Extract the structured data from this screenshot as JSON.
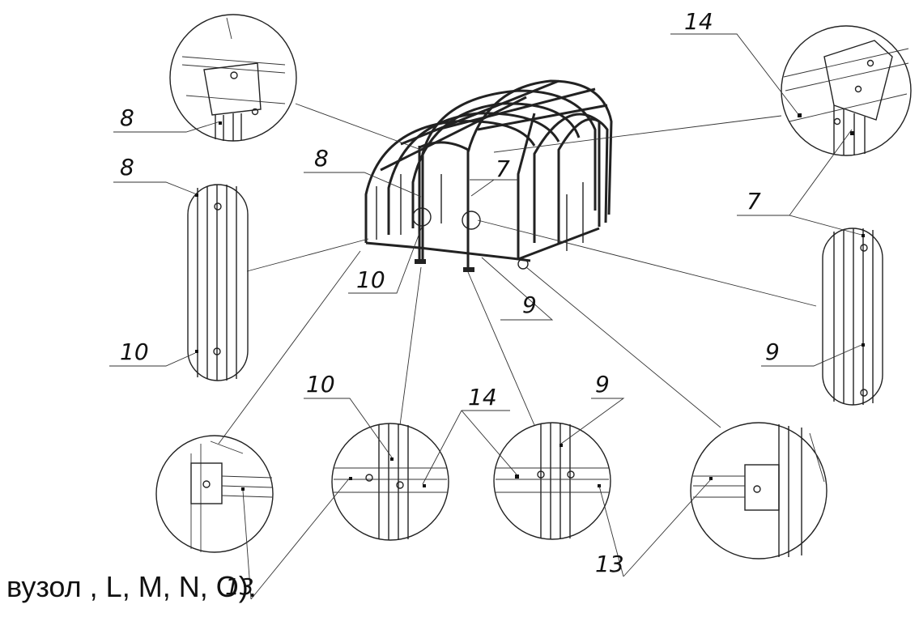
{
  "callouts": {
    "c14_top": "14",
    "c8_circle": "8",
    "c8_oval": "8",
    "c8_center": "8",
    "c7_center": "7",
    "c7_right": "7",
    "c10_center": "10",
    "c9_center": "9",
    "c10_left": "10",
    "c9_right": "9",
    "c10_bottom": "10",
    "c14_bottom": "14",
    "c9_bottom": "9",
    "c13_left": "13",
    "c13_right": "13"
  },
  "caption": "вузол , L, M, N, O)."
}
